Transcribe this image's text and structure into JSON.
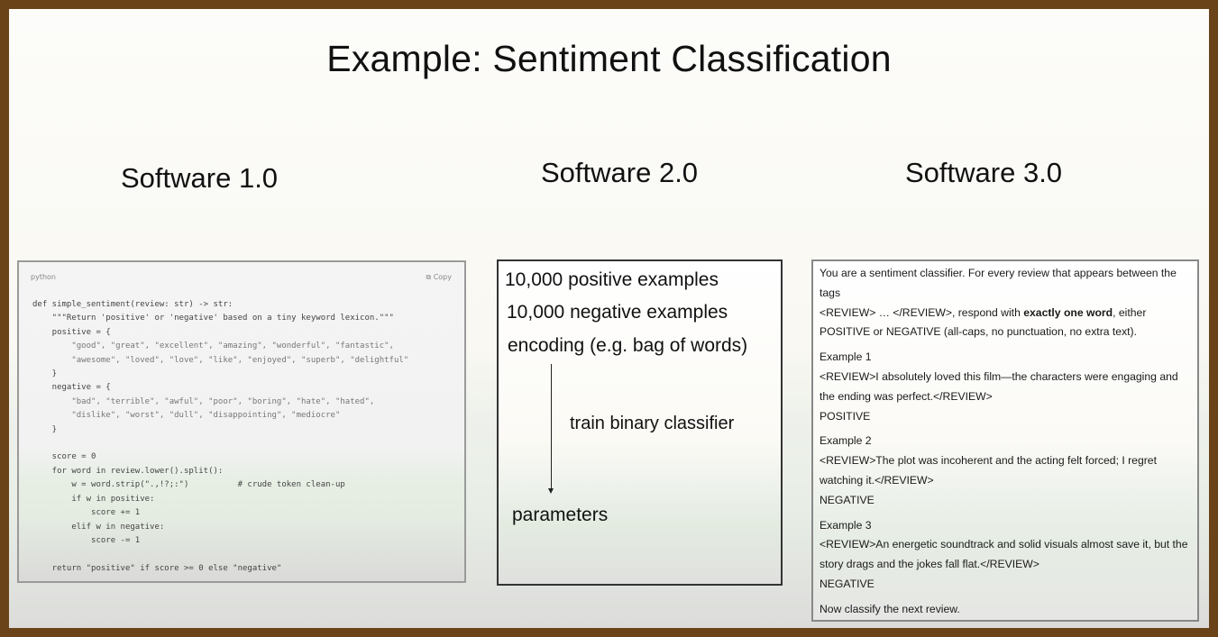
{
  "title": "Example: Sentiment Classification",
  "columns": {
    "sw1": "Software 1.0",
    "sw2": "Software 2.0",
    "sw3": "Software 3.0"
  },
  "code_panel": {
    "language": "python",
    "copy_label": "Copy",
    "lines": [
      "def simple_sentiment(review: str) -> str:",
      "    \"\"\"Return 'positive' or 'negative' based on a tiny keyword lexicon.\"\"\"",
      "    positive = {",
      "        \"good\", \"great\", \"excellent\", \"amazing\", \"wonderful\", \"fantastic\",",
      "        \"awesome\", \"loved\", \"love\", \"like\", \"enjoyed\", \"superb\", \"delightful\"",
      "    }",
      "    negative = {",
      "        \"bad\", \"terrible\", \"awful\", \"poor\", \"boring\", \"hate\", \"hated\",",
      "        \"dislike\", \"worst\", \"dull\", \"disappointing\", \"mediocre\"",
      "    }",
      "",
      "    score = 0",
      "    for word in review.lower().split():",
      "        w = word.strip(\".,!?;:\")          # crude token clean-up",
      "        if w in positive:",
      "            score += 1",
      "        elif w in negative:",
      "            score -= 1",
      "",
      "    return \"positive\" if score >= 0 else \"negative\""
    ]
  },
  "sw2_panel": {
    "line1": "10,000 positive examples",
    "line2": "10,000 negative examples",
    "line3": "encoding (e.g. bag of words)",
    "arrow_label": "train binary classifier",
    "result": "parameters"
  },
  "sw3_panel": {
    "intro_1": "You are a sentiment classifier. For every review that appears between the tags",
    "intro_2_pre": "<REVIEW> … </REVIEW>, respond with ",
    "intro_2_bold": "exactly one word",
    "intro_2_post": ", either",
    "intro_3": "POSITIVE or NEGATIVE (all-caps, no punctuation, no extra text).",
    "examples": [
      {
        "heading": "Example 1",
        "review": "<REVIEW>I absolutely loved this film—the characters were engaging and the ending was perfect.</REVIEW>",
        "label": "POSITIVE"
      },
      {
        "heading": "Example 2",
        "review": "<REVIEW>The plot was incoherent and the acting felt forced; I regret watching it.</REVIEW>",
        "label": "NEGATIVE"
      },
      {
        "heading": "Example 3",
        "review": "<REVIEW>An energetic soundtrack and solid visuals almost save it, but the story drags and the jokes fall flat.</REVIEW>",
        "label": "NEGATIVE"
      }
    ],
    "closing": "Now classify the next review."
  }
}
